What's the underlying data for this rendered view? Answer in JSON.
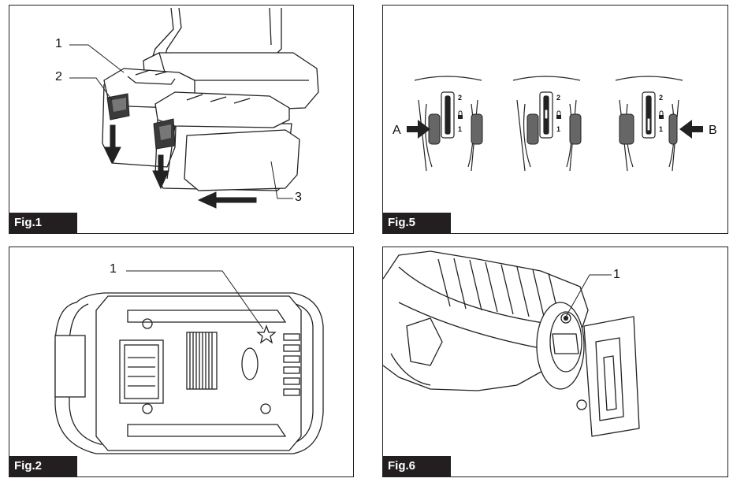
{
  "figures": [
    {
      "label": "Fig.1",
      "callouts": [
        "1",
        "2",
        "3"
      ]
    },
    {
      "label": "Fig.5",
      "callouts": [
        "A",
        "B"
      ],
      "scale": [
        "2",
        "1"
      ]
    },
    {
      "label": "Fig.2",
      "callouts": [
        "1"
      ]
    },
    {
      "label": "Fig.6",
      "callouts": [
        "1"
      ]
    }
  ]
}
